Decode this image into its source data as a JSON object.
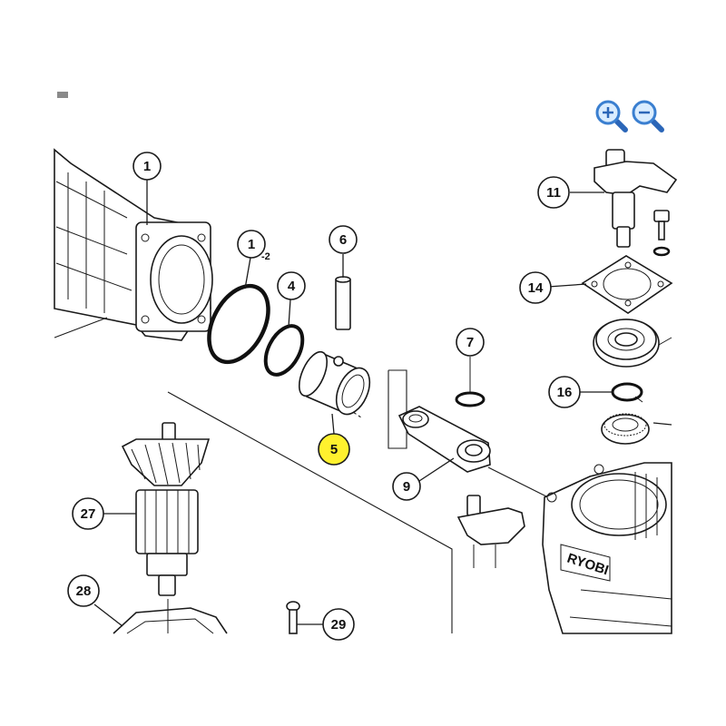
{
  "zoom": {
    "zoom_in_icon": "zoom-in-icon",
    "zoom_out_icon": "zoom-out-icon",
    "accent_color": "#3a7fd0"
  },
  "colors": {
    "highlight": "#fff12e",
    "ink": "#1a1a1a"
  },
  "callouts": {
    "c1": "1",
    "c1_2": "1",
    "c1_2_suffix": "-2",
    "c4": "4",
    "c5": "5",
    "c6": "6",
    "c7": "7",
    "c9": "9",
    "c11": "11",
    "c14": "14",
    "c16": "16",
    "c27": "27",
    "c28": "28",
    "c29": "29"
  },
  "brand": "RYOBI"
}
